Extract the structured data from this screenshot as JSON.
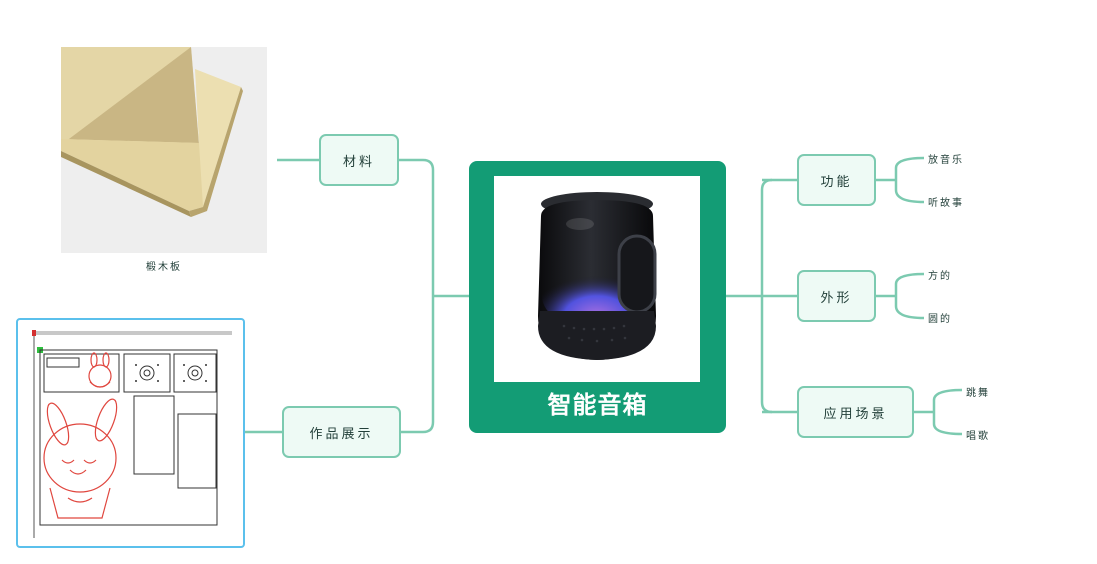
{
  "central": {
    "title": "智能音箱",
    "image_icon": "smart-speaker"
  },
  "left_branches": [
    {
      "label": "材料",
      "image_caption": "椴木板",
      "image_icon": "plywood-boards"
    },
    {
      "label": "作品展示",
      "image_icon": "laser-cut-layout"
    }
  ],
  "right_branches": [
    {
      "label": "功能",
      "children": [
        "放音乐",
        "听故事"
      ]
    },
    {
      "label": "外形",
      "children": [
        "方的",
        "圆的"
      ]
    },
    {
      "label": "应用场景",
      "children": [
        "跳舞",
        "唱歌"
      ]
    }
  ],
  "colors": {
    "central_bg": "#139c75",
    "node_border": "#7ccab0",
    "node_bg": "#eefaf5",
    "connector": "#7ccab0",
    "showcase_border": "#5bc0ec",
    "cut_red": "#e0473f"
  }
}
